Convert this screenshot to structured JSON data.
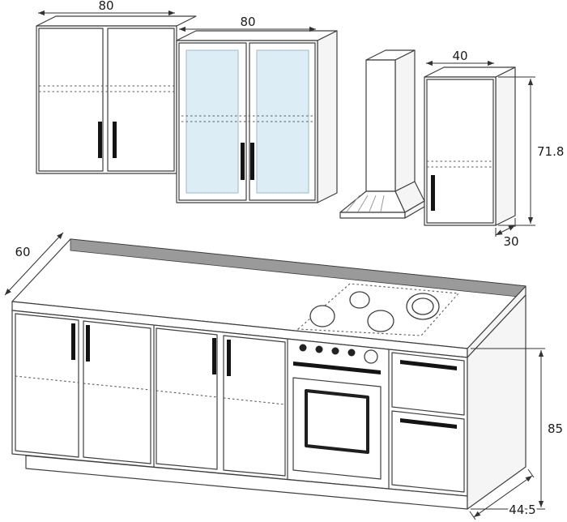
{
  "dims": {
    "wall_left_width": "80",
    "wall_glass_width": "80",
    "wall_right_width": "40",
    "wall_height": "71.8",
    "wall_depth": "30",
    "counter_depth": "60",
    "base_height": "85",
    "base_end_width": "44.5"
  },
  "colors": {
    "line": "#3f3f3f",
    "glass": "#ddedf6",
    "counter_band": "#9a9a9a",
    "handle": "#141414",
    "background": "#ffffff"
  }
}
